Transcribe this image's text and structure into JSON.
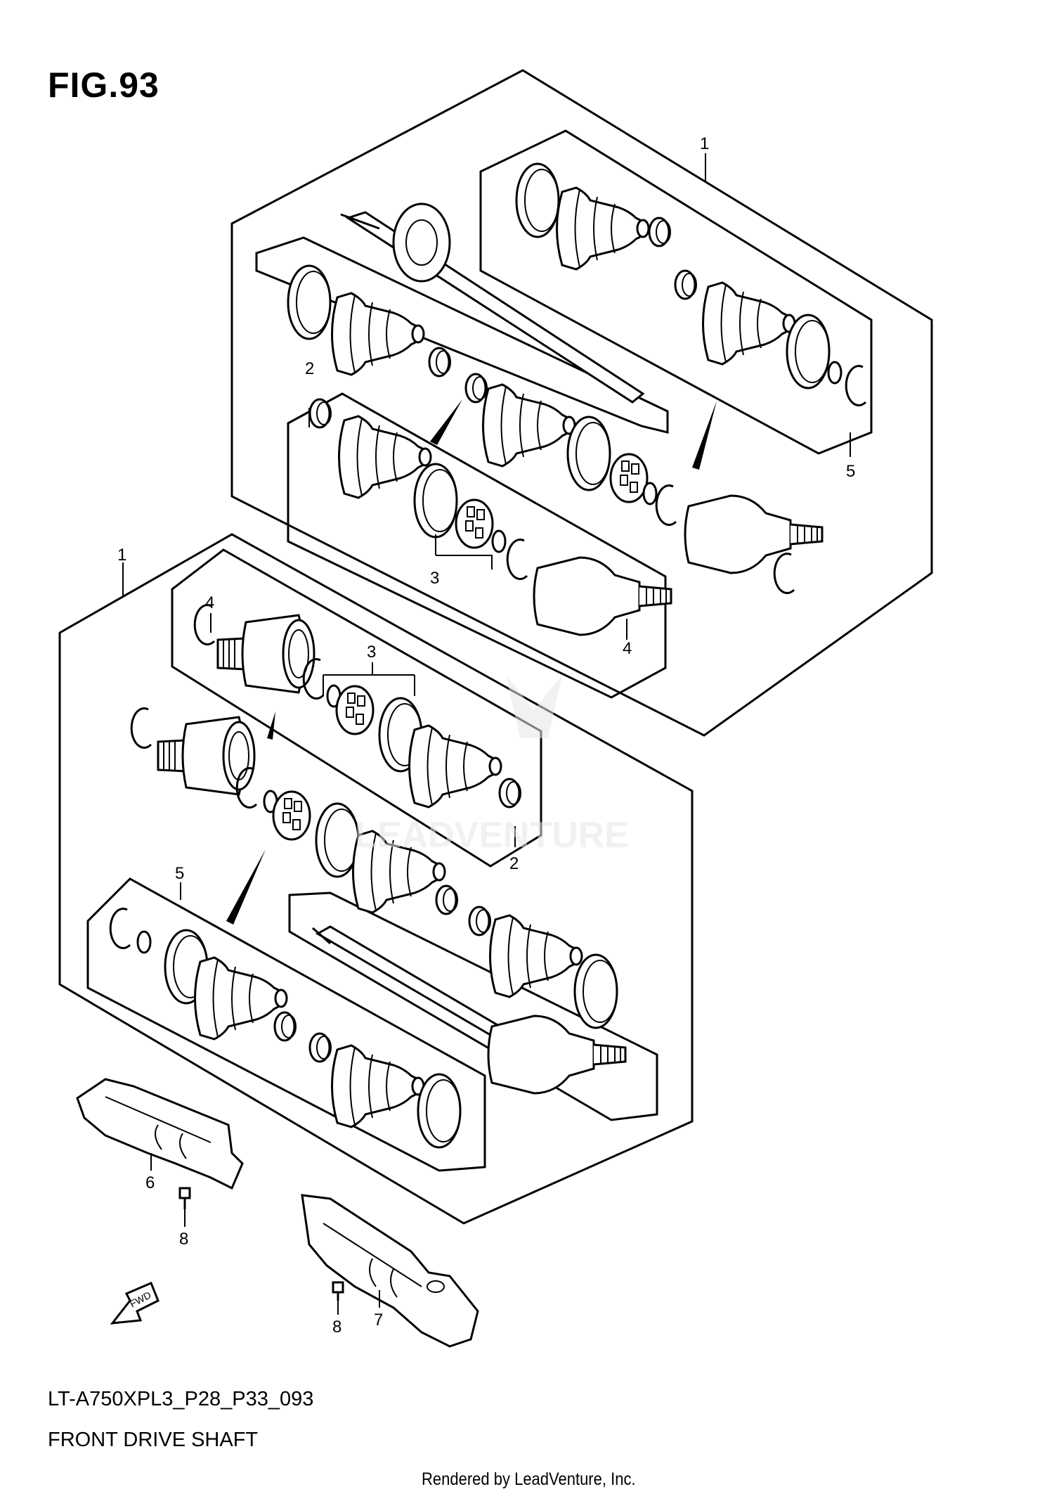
{
  "figure": {
    "title": "FIG.93",
    "code": "LT-A750XPL3_P28_P33_093",
    "name": "FRONT DRIVE SHAFT",
    "credit": "Rendered by LeadVenture, Inc.",
    "watermark": "LEADVENTURE"
  },
  "callouts": {
    "c1_top": "1",
    "c2_top": "2",
    "c3_top": "3",
    "c4_top": "4",
    "c5_top": "5",
    "c1_bottom": "1",
    "c4_bottom": "4",
    "c3_bottom": "3",
    "c2_bottom": "2",
    "c5_bottom": "5",
    "c6": "6",
    "c7": "7",
    "c8_a": "8",
    "c8_b": "8"
  },
  "fwd_label": "FWD",
  "icons": [
    "fwd-arrow-icon",
    "direction-arrow-icon"
  ],
  "colors": {
    "line": "#000000",
    "watermark": "#e6e6e6"
  }
}
